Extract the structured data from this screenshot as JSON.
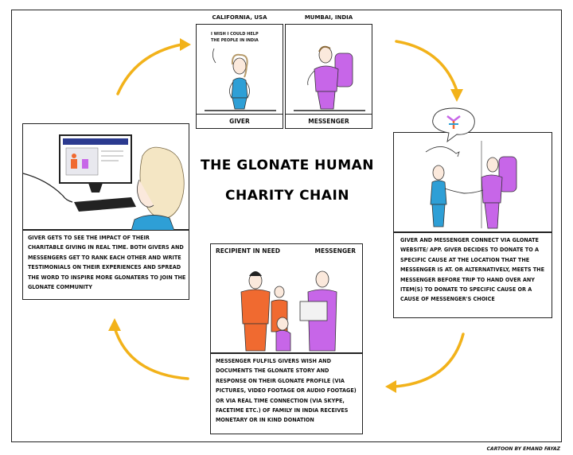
{
  "title_line1": "The Glonate Human",
  "title_line2": "Charity Chain",
  "top_left": {
    "location": "California, USA",
    "speech": "I wish I could help the people in India",
    "label": "Giver"
  },
  "top_right": {
    "location": "Mumbai, India",
    "label": "Messenger"
  },
  "right_panel": {
    "caption": "Giver and Messenger connect via Glonate website/ app. Giver decides to donate to a specific cause at the location that the messenger is at. Or alternatively, meets the messenger before trip to hand over any item(s) to donate to specific cause or a cause of messenger's choice"
  },
  "bottom_panel": {
    "left_label": "Recipient in need",
    "right_label": "Messenger",
    "caption": "Messenger fulfils Givers wish and documents the Glonate story and response on their Glonate profile (via pictures, video footage or audio footage) or via real time connection (via Skype, Facetime etc.) of family in India receives monetary or in kind donation"
  },
  "left_panel": {
    "caption": "Giver gets to see the impact of their charitable giving in real time. Both Givers and Messengers get to rank each other and write testimonials on their experiences and spread the word to inspire more Glonaters to join the Glonate community"
  },
  "credit": "Cartoon by Emand Fayaz",
  "colors": {
    "arrow": "#F2B21A",
    "purple": "#C766E8",
    "orange": "#F06A30",
    "teal": "#2E9FD6"
  }
}
